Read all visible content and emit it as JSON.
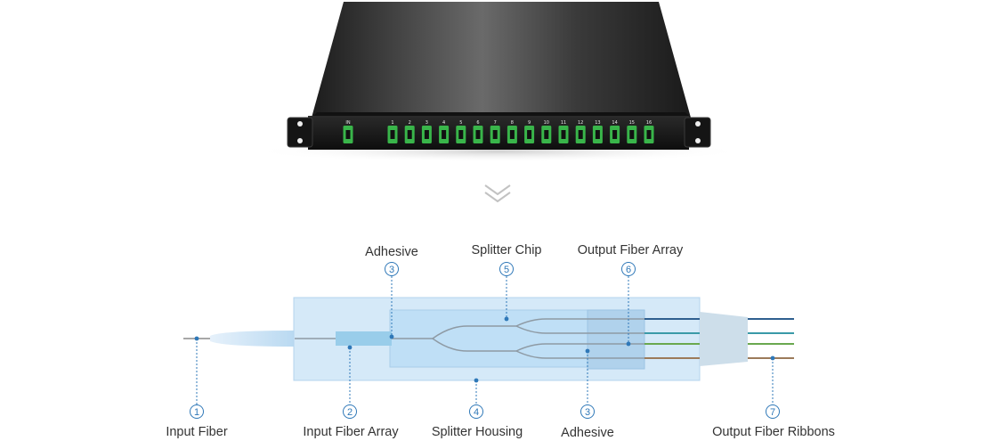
{
  "device": {
    "port_labels": [
      "IN",
      "1",
      "2",
      "3",
      "4",
      "5",
      "6",
      "7",
      "8",
      "9",
      "10",
      "11",
      "12",
      "13",
      "14",
      "15",
      "16"
    ],
    "adapter_color": "#39b54a"
  },
  "diagram": {
    "accent_color": "#2f78b8",
    "labels": [
      {
        "number": "1",
        "text": "Input Fiber"
      },
      {
        "number": "2",
        "text": "Input Fiber Array"
      },
      {
        "number": "3",
        "text": "Adhesive"
      },
      {
        "number": "4",
        "text": "Splitter Housing"
      },
      {
        "number": "5",
        "text": "Splitter Chip"
      },
      {
        "number": "3",
        "text": "Adhesive"
      },
      {
        "number": "6",
        "text": "Output Fiber Array"
      },
      {
        "number": "7",
        "text": "Output Fiber Ribbons"
      }
    ],
    "output_fiber_colors": [
      "#2f5f8f",
      "#3a9aa8",
      "#6aa84f",
      "#9c7b5a"
    ]
  }
}
